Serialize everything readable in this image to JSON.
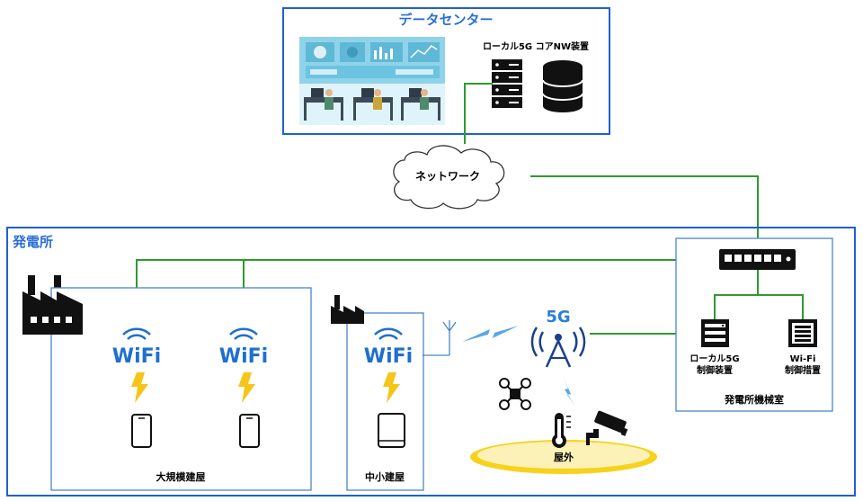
{
  "colors": {
    "frame_blue": "#1f5fd6",
    "title_blue": "#2b6fd6",
    "inner_blue": "#4a86c8",
    "line_green": "#2e9a2e",
    "wifi_blue": "#1f6fd0",
    "bolt_yellow": "#f5c518",
    "signal_blue": "#5aa7e6",
    "ellipse_yellow": "#f7d21c"
  },
  "data_center": {
    "title": "データセンター",
    "core_label": "ローカル5G コアNW装置",
    "icons": [
      "monitoring-room-illustration",
      "server-rack-icon",
      "database-icon"
    ]
  },
  "network": {
    "label": "ネットワーク"
  },
  "power_plant": {
    "title": "発電所",
    "icon": "factory-icon",
    "large_building": {
      "label": "大規模建屋",
      "wifi_label": "WiFi",
      "devices": [
        "smartphone-icon",
        "smartphone-icon"
      ]
    },
    "small_building": {
      "label": "中小建屋",
      "icon": "small-factory-icon",
      "wifi_label": "WiFi",
      "device": "tablet-icon"
    },
    "outdoor": {
      "label": "屋外",
      "antenna_label": "5G",
      "icons": [
        "drone-icon",
        "thermometer-icon",
        "security-camera-icon"
      ]
    },
    "machine_room": {
      "label": "発電所機械室",
      "local5g_label_line1": "ローカル5G",
      "local5g_label_line2": "制御装置",
      "wifi_label_line1": "Wi-Fi",
      "wifi_label_line2": "制御措置",
      "icons": [
        "network-switch-icon",
        "local5g-controller-icon",
        "wifi-controller-icon"
      ]
    }
  }
}
